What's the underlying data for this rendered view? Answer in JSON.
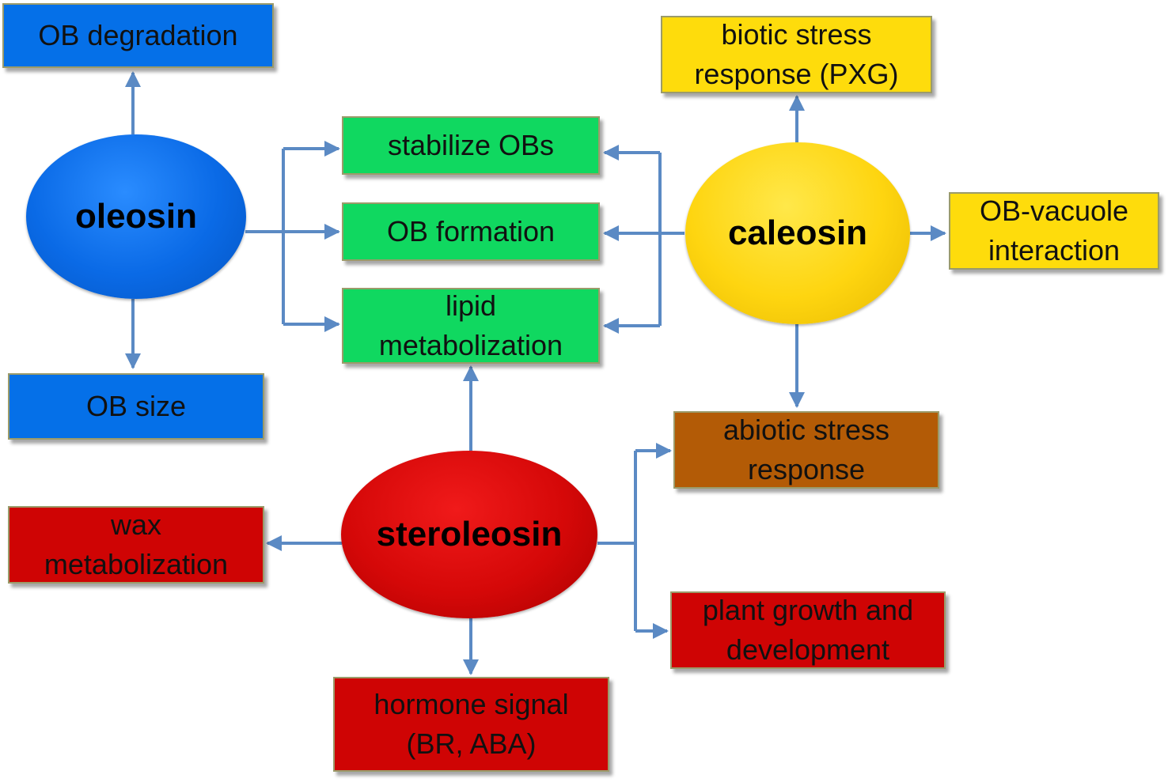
{
  "nodes": {
    "oleosin": "oleosin",
    "caleosin": "caleosin",
    "steroleosin": "steroleosin"
  },
  "boxes": {
    "ob_degradation": [
      "OB degradation"
    ],
    "ob_size": [
      "OB size"
    ],
    "stabilize_obs": [
      "stabilize OBs"
    ],
    "ob_formation": [
      "OB formation"
    ],
    "lipid_metabolization": [
      "lipid",
      "metabolization"
    ],
    "biotic_stress": [
      "biotic stress",
      "response (PXG)"
    ],
    "ob_vacuole": [
      "OB-vacuole",
      "interaction"
    ],
    "abiotic_stress": [
      "abiotic stress",
      "response"
    ],
    "plant_growth": [
      "plant growth and",
      "development"
    ],
    "wax_metabolization": [
      "wax",
      "metabolization"
    ],
    "hormone_signal": [
      "hormone signal",
      "(BR, ABA)"
    ]
  },
  "colors": {
    "oleosin": "#0a6ae6",
    "caleosin": "#fed510",
    "steroleosin": "#d50808",
    "green_box": "#10d860",
    "brown_box": "#b35b06",
    "connector": "#5b8ac4"
  }
}
